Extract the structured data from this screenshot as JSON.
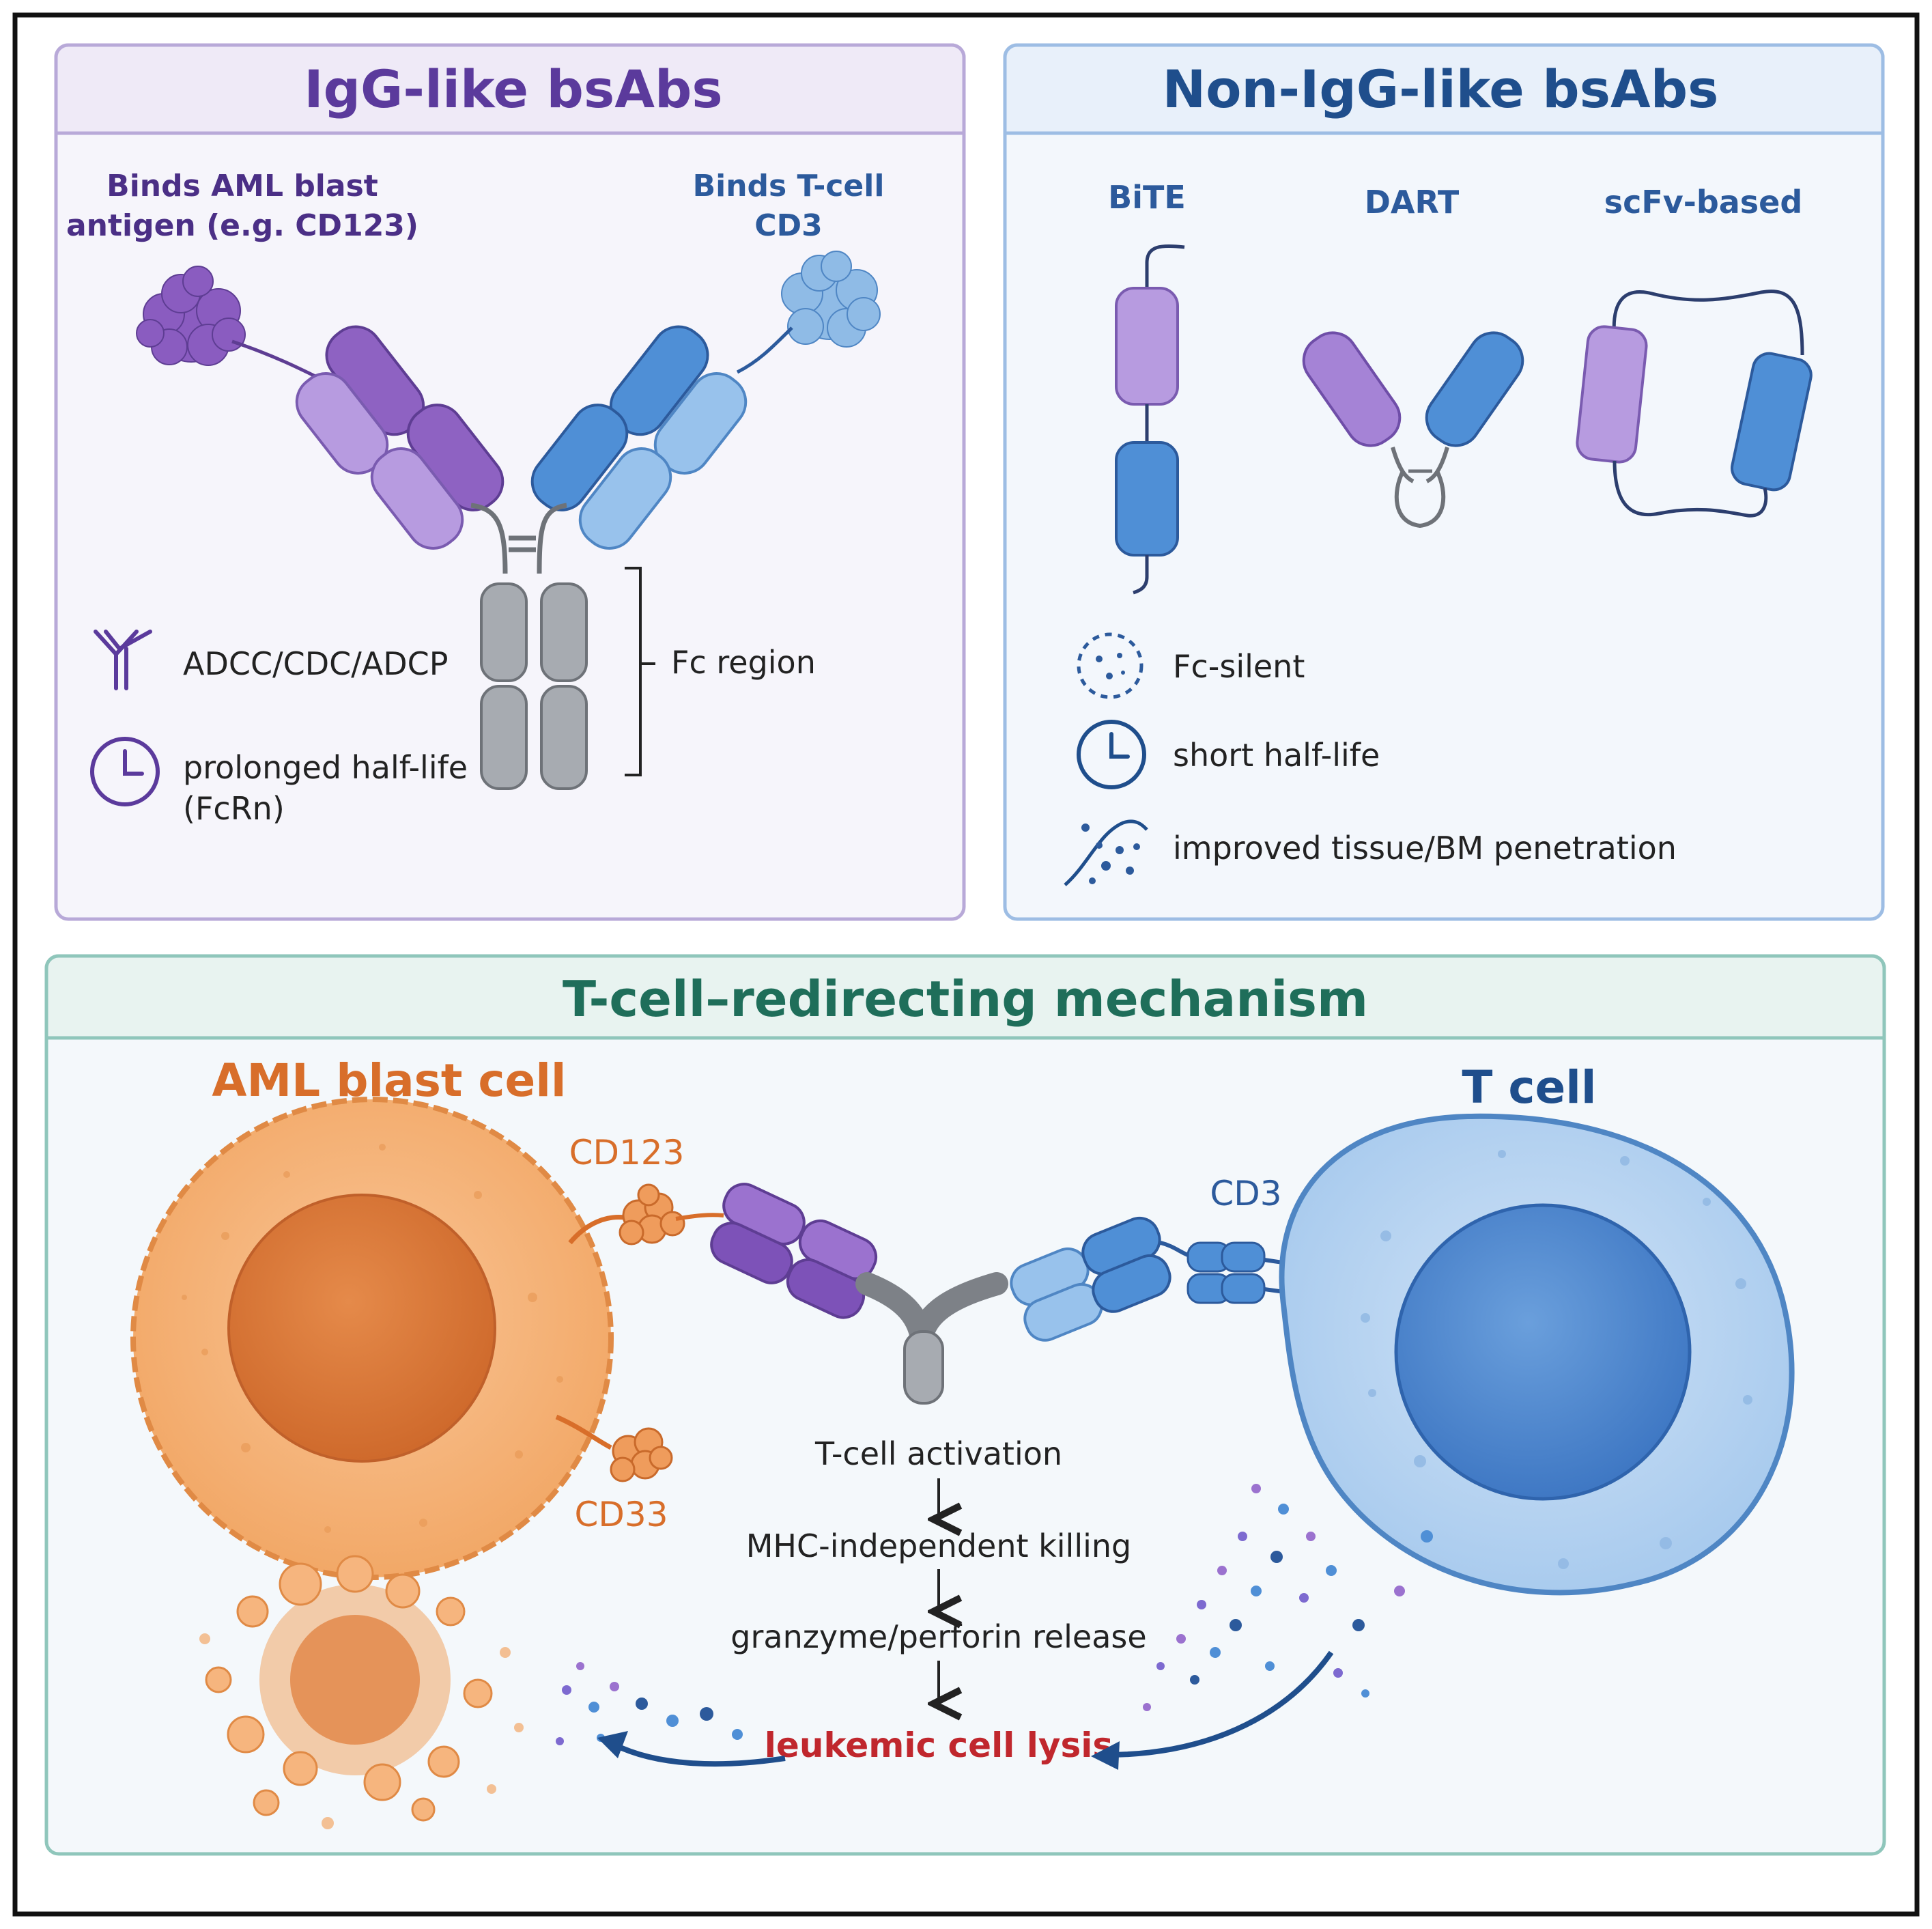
{
  "igg_panel": {
    "title": "IgG-like bsAbs",
    "left_label_line1": "Binds AML blast",
    "left_label_line2": "antigen (e.g. CD123)",
    "right_label_line1": "Binds T-cell",
    "right_label_line2": "CD3",
    "fc_label": "Fc region",
    "effector_label": "ADCC/CDC/ADCP",
    "halflife_line1": "prolonged half-life",
    "halflife_line2": "(FcRn)"
  },
  "non_igg_panel": {
    "title": "Non-IgG-like bsAbs",
    "formats": [
      "BiTE",
      "DART",
      "scFv-based"
    ],
    "features": [
      "Fc-silent",
      "short half-life",
      "improved tissue/BM penetration"
    ]
  },
  "mechanism_panel": {
    "title": "T-cell–redirecting mechanism",
    "aml_cell_label": "AML blast cell",
    "t_cell_label": "T cell",
    "antigen1": "CD123",
    "antigen2": "CD33",
    "receptor": "CD3",
    "steps": [
      "T-cell activation",
      "MHC-independent killing",
      "granzyme/perforin release"
    ],
    "outcome": "leukemic cell lysis"
  },
  "colors": {
    "purple": "#5b3a9c",
    "blue_title": "#1f4e8c",
    "teal_title": "#1f6e5a",
    "orange": "#d86e2a",
    "red": "#c0272d"
  }
}
